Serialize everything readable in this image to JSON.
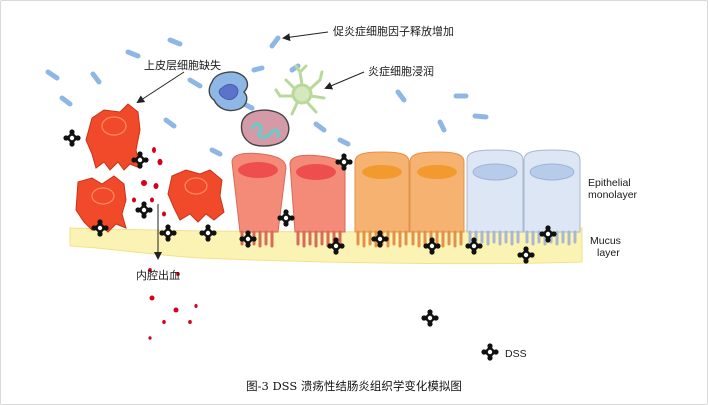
{
  "labels": {
    "cytokines": "促炎症细胞因子释放增加",
    "epithelial_loss": "上皮层细胞缺失",
    "inflammatory_infiltration": "炎症细胞浸润",
    "luminal_bleeding": "内腔出血",
    "epithelial_monolayer_line1": "Epithelial",
    "epithelial_monolayer_line2": "monolayer",
    "mucus_layer_line1": "Mucus",
    "mucus_layer_line2": "layer",
    "dss": "DSS"
  },
  "caption": "图-3 DSS 溃疡性结肠炎组织学变化模拟图",
  "colors": {
    "damaged_cell": "#f04a2a",
    "inflamed_cell": "#f38b78",
    "stressed_cell": "#f6b271",
    "healthy_cell": "#dde6f4",
    "mucus": "#fbf3b4",
    "cytokine": "#8fb7e6",
    "blood": "#d4001c",
    "dss_particle": "#111111"
  },
  "icons": [
    "dss-particle-icon",
    "cytokine-dash-icon",
    "macrophage-icon",
    "neutrophil-icon",
    "dendritic-cell-icon",
    "blood-drop-icon",
    "arrow-icon"
  ]
}
